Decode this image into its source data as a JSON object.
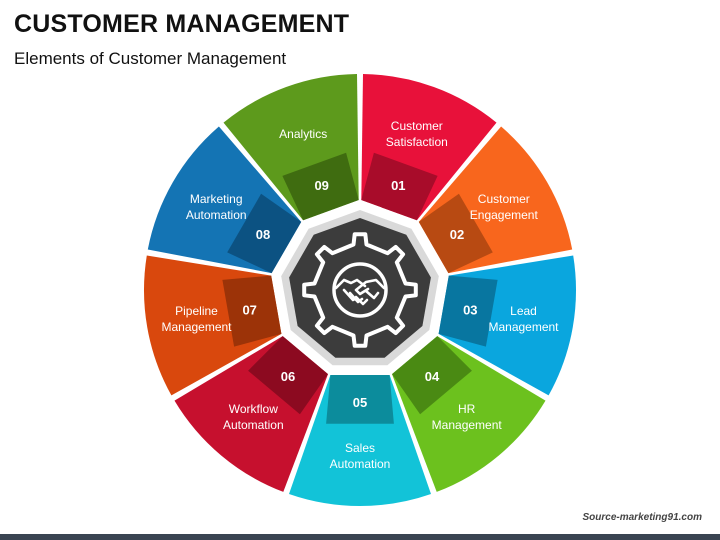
{
  "header": {
    "title": "CUSTOMER MANAGEMENT",
    "subtitle": "Elements of Customer Management"
  },
  "diagram": {
    "center_icon": "gear-handshake-icon",
    "segments": [
      {
        "number": "01",
        "lines": [
          "Customer",
          "Satisfaction"
        ],
        "color": "#e8113a",
        "dark": "#a80c2a"
      },
      {
        "number": "02",
        "lines": [
          "Customer",
          "Engagement"
        ],
        "color": "#f8661d",
        "dark": "#b84a12"
      },
      {
        "number": "03",
        "lines": [
          "Lead",
          "Management"
        ],
        "color": "#0aa6de",
        "dark": "#0876a0"
      },
      {
        "number": "04",
        "lines": [
          "HR",
          "Management"
        ],
        "color": "#6cc11e",
        "dark": "#4a8a13"
      },
      {
        "number": "05",
        "lines": [
          "Sales",
          "Automation"
        ],
        "color": "#12c3d8",
        "dark": "#0c8c9c"
      },
      {
        "number": "06",
        "lines": [
          "Workflow",
          "Automation"
        ],
        "color": "#c6102e",
        "dark": "#8c0a20"
      },
      {
        "number": "07",
        "lines": [
          "Pipeline",
          "Management"
        ],
        "color": "#d9480d",
        "dark": "#9c3308"
      },
      {
        "number": "08",
        "lines": [
          "Marketing",
          "Automation"
        ],
        "color": "#1474b4",
        "dark": "#0c5282"
      },
      {
        "number": "09",
        "lines": [
          "Analytics"
        ],
        "color": "#5d9a1c",
        "dark": "#3f6c10"
      }
    ]
  },
  "footer": {
    "source": "Source-marketing91.com"
  }
}
